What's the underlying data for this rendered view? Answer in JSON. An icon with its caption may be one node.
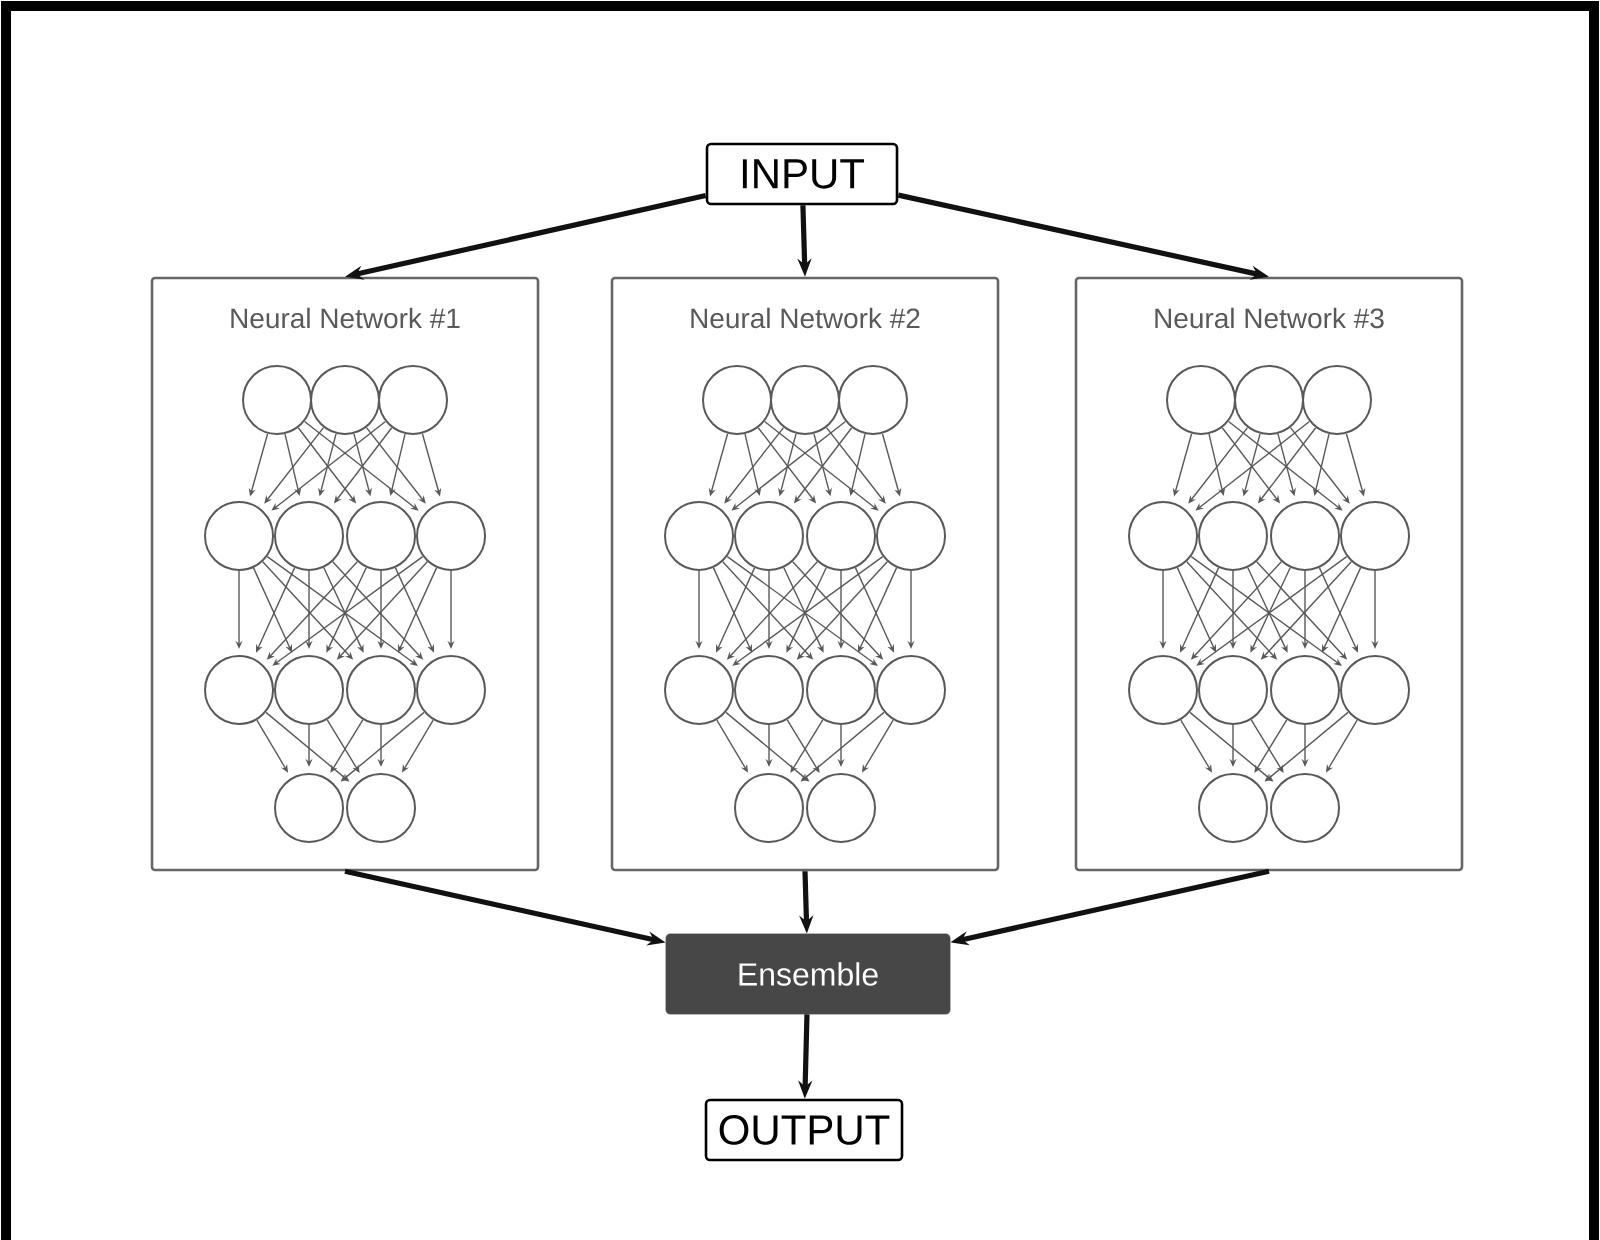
{
  "diagram": {
    "nodes": [
      {
        "text": [
          "INPUT"
        ]
      },
      {
        "text": [
          "Neural Network #1"
        ]
      },
      {
        "text": [],
        "shape": "circle",
        "in": 1
      },
      {
        "text": [],
        "shape": "circle",
        "in": 1
      },
      {
        "text": [],
        "shape": "circle",
        "in": 1
      },
      {
        "text": [],
        "shape": "circle",
        "in": 1
      },
      {
        "text": [],
        "shape": "circle",
        "in": 1
      },
      {
        "text": [],
        "shape": "circle",
        "in": 1
      },
      {
        "text": [],
        "shape": "circle",
        "in": 1
      },
      {
        "text": [],
        "shape": "circle",
        "in": 1
      },
      {
        "text": [],
        "shape": "circle",
        "in": 1
      },
      {
        "text": [],
        "shape": "circle",
        "in": 1
      },
      {
        "text": [],
        "shape": "circle",
        "in": 1
      },
      {
        "text": [],
        "shape": "circle",
        "in": 1
      },
      {
        "text": [],
        "shape": "circle",
        "in": 1
      },
      {
        "text": [
          "Neural Network #2"
        ]
      },
      {
        "text": [],
        "shape": "circle",
        "in": 15
      },
      {
        "text": [],
        "shape": "circle",
        "in": 15
      },
      {
        "text": [],
        "shape": "circle",
        "in": 15
      },
      {
        "text": [],
        "shape": "circle",
        "in": 15
      },
      {
        "text": [],
        "shape": "circle",
        "in": 15
      },
      {
        "text": [],
        "shape": "circle",
        "in": 15
      },
      {
        "text": [],
        "shape": "circle",
        "in": 15
      },
      {
        "text": [],
        "shape": "circle",
        "in": 15
      },
      {
        "text": [],
        "shape": "circle",
        "in": 15
      },
      {
        "text": [],
        "shape": "circle",
        "in": 15
      },
      {
        "text": [],
        "shape": "circle",
        "in": 15
      },
      {
        "text": [],
        "shape": "circle",
        "in": 15
      },
      {
        "text": [],
        "shape": "circle",
        "in": 15
      },
      {
        "text": [
          "Neural Network #3"
        ]
      },
      {
        "text": [],
        "shape": "circle",
        "in": 29
      },
      {
        "text": [],
        "shape": "circle",
        "in": 29
      },
      {
        "text": [],
        "shape": "circle",
        "in": 29
      },
      {
        "text": [],
        "shape": "circle",
        "in": 29
      },
      {
        "text": [],
        "shape": "circle",
        "in": 29
      },
      {
        "text": [],
        "shape": "circle",
        "in": 29
      },
      {
        "text": [],
        "shape": "circle",
        "in": 29
      },
      {
        "text": [],
        "shape": "circle",
        "in": 29
      },
      {
        "text": [],
        "shape": "circle",
        "in": 29
      },
      {
        "text": [],
        "shape": "circle",
        "in": 29
      },
      {
        "text": [],
        "shape": "circle",
        "in": 29
      },
      {
        "text": [],
        "shape": "circle",
        "in": 29
      },
      {
        "text": [],
        "shape": "circle",
        "in": 29
      },
      {
        "text": [
          "Ensemble"
        ]
      },
      {
        "text": [
          "OUTPUT"
        ]
      }
    ],
    "edges": [
      {
        "from": 0,
        "to": 1,
        "arrow": "to",
        "style": "thick",
        "color": "#111111"
      },
      {
        "from": 0,
        "to": 15,
        "arrow": "to",
        "style": "thick",
        "color": "#111111"
      },
      {
        "from": 0,
        "to": 29,
        "arrow": "to",
        "style": "thick",
        "color": "#111111"
      },
      {
        "from": 1,
        "to": 43,
        "arrow": "to",
        "style": "thick",
        "color": "#111111"
      },
      {
        "from": 15,
        "to": 43,
        "arrow": "to",
        "style": "thick",
        "color": "#111111"
      },
      {
        "from": 29,
        "to": 43,
        "arrow": "to",
        "style": "thick",
        "color": "#111111"
      },
      {
        "from": 43,
        "to": 44,
        "arrow": "to",
        "style": "thick",
        "color": "#111111"
      },
      {
        "from": 2,
        "to": 5,
        "arrow": "to"
      },
      {
        "from": 2,
        "to": 6,
        "arrow": "to"
      },
      {
        "from": 2,
        "to": 7,
        "arrow": "to"
      },
      {
        "from": 2,
        "to": 8,
        "arrow": "to"
      },
      {
        "from": 3,
        "to": 5,
        "arrow": "to"
      },
      {
        "from": 3,
        "to": 6,
        "arrow": "to"
      },
      {
        "from": 3,
        "to": 7,
        "arrow": "to"
      },
      {
        "from": 3,
        "to": 8,
        "arrow": "to"
      },
      {
        "from": 4,
        "to": 5,
        "arrow": "to"
      },
      {
        "from": 4,
        "to": 6,
        "arrow": "to"
      },
      {
        "from": 4,
        "to": 7,
        "arrow": "to"
      },
      {
        "from": 4,
        "to": 8,
        "arrow": "to"
      },
      {
        "from": 5,
        "to": 9,
        "arrow": "to"
      },
      {
        "from": 5,
        "to": 10,
        "arrow": "to"
      },
      {
        "from": 5,
        "to": 11,
        "arrow": "to"
      },
      {
        "from": 5,
        "to": 12,
        "arrow": "to"
      },
      {
        "from": 6,
        "to": 9,
        "arrow": "to"
      },
      {
        "from": 6,
        "to": 10,
        "arrow": "to"
      },
      {
        "from": 6,
        "to": 11,
        "arrow": "to"
      },
      {
        "from": 6,
        "to": 12,
        "arrow": "to"
      },
      {
        "from": 7,
        "to": 9,
        "arrow": "to"
      },
      {
        "from": 7,
        "to": 10,
        "arrow": "to"
      },
      {
        "from": 7,
        "to": 11,
        "arrow": "to"
      },
      {
        "from": 7,
        "to": 12,
        "arrow": "to"
      },
      {
        "from": 8,
        "to": 9,
        "arrow": "to"
      },
      {
        "from": 8,
        "to": 10,
        "arrow": "to"
      },
      {
        "from": 8,
        "to": 11,
        "arrow": "to"
      },
      {
        "from": 8,
        "to": 12,
        "arrow": "to"
      },
      {
        "from": 9,
        "to": 13,
        "arrow": "to"
      },
      {
        "from": 9,
        "to": 14,
        "arrow": "to"
      },
      {
        "from": 10,
        "to": 13,
        "arrow": "to"
      },
      {
        "from": 10,
        "to": 14,
        "arrow": "to"
      },
      {
        "from": 11,
        "to": 13,
        "arrow": "to"
      },
      {
        "from": 11,
        "to": 14,
        "arrow": "to"
      },
      {
        "from": 12,
        "to": 13,
        "arrow": "to"
      },
      {
        "from": 12,
        "to": 14,
        "arrow": "to"
      },
      {
        "from": 16,
        "to": 19,
        "arrow": "to"
      },
      {
        "from": 16,
        "to": 20,
        "arrow": "to"
      },
      {
        "from": 16,
        "to": 21,
        "arrow": "to"
      },
      {
        "from": 16,
        "to": 22,
        "arrow": "to"
      },
      {
        "from": 17,
        "to": 19,
        "arrow": "to"
      },
      {
        "from": 17,
        "to": 20,
        "arrow": "to"
      },
      {
        "from": 17,
        "to": 21,
        "arrow": "to"
      },
      {
        "from": 17,
        "to": 22,
        "arrow": "to"
      },
      {
        "from": 18,
        "to": 19,
        "arrow": "to"
      },
      {
        "from": 18,
        "to": 20,
        "arrow": "to"
      },
      {
        "from": 18,
        "to": 21,
        "arrow": "to"
      },
      {
        "from": 18,
        "to": 22,
        "arrow": "to"
      },
      {
        "from": 19,
        "to": 23,
        "arrow": "to"
      },
      {
        "from": 19,
        "to": 24,
        "arrow": "to"
      },
      {
        "from": 19,
        "to": 25,
        "arrow": "to"
      },
      {
        "from": 19,
        "to": 26,
        "arrow": "to"
      },
      {
        "from": 20,
        "to": 23,
        "arrow": "to"
      },
      {
        "from": 20,
        "to": 24,
        "arrow": "to"
      },
      {
        "from": 20,
        "to": 25,
        "arrow": "to"
      },
      {
        "from": 20,
        "to": 26,
        "arrow": "to"
      },
      {
        "from": 21,
        "to": 23,
        "arrow": "to"
      },
      {
        "from": 21,
        "to": 24,
        "arrow": "to"
      },
      {
        "from": 21,
        "to": 25,
        "arrow": "to"
      },
      {
        "from": 21,
        "to": 26,
        "arrow": "to"
      },
      {
        "from": 22,
        "to": 23,
        "arrow": "to"
      },
      {
        "from": 22,
        "to": 24,
        "arrow": "to"
      },
      {
        "from": 22,
        "to": 25,
        "arrow": "to"
      },
      {
        "from": 22,
        "to": 26,
        "arrow": "to"
      },
      {
        "from": 23,
        "to": 27,
        "arrow": "to"
      },
      {
        "from": 23,
        "to": 28,
        "arrow": "to"
      },
      {
        "from": 24,
        "to": 27,
        "arrow": "to"
      },
      {
        "from": 24,
        "to": 28,
        "arrow": "to"
      },
      {
        "from": 25,
        "to": 27,
        "arrow": "to"
      },
      {
        "from": 25,
        "to": 28,
        "arrow": "to"
      },
      {
        "from": 26,
        "to": 27,
        "arrow": "to"
      },
      {
        "from": 26,
        "to": 28,
        "arrow": "to"
      },
      {
        "from": 30,
        "to": 33,
        "arrow": "to"
      },
      {
        "from": 30,
        "to": 34,
        "arrow": "to"
      },
      {
        "from": 30,
        "to": 35,
        "arrow": "to"
      },
      {
        "from": 30,
        "to": 36,
        "arrow": "to"
      },
      {
        "from": 31,
        "to": 33,
        "arrow": "to"
      },
      {
        "from": 31,
        "to": 34,
        "arrow": "to"
      },
      {
        "from": 31,
        "to": 35,
        "arrow": "to"
      },
      {
        "from": 31,
        "to": 36,
        "arrow": "to"
      },
      {
        "from": 32,
        "to": 33,
        "arrow": "to"
      },
      {
        "from": 32,
        "to": 34,
        "arrow": "to"
      },
      {
        "from": 32,
        "to": 35,
        "arrow": "to"
      },
      {
        "from": 32,
        "to": 36,
        "arrow": "to"
      },
      {
        "from": 33,
        "to": 37,
        "arrow": "to"
      },
      {
        "from": 33,
        "to": 38,
        "arrow": "to"
      },
      {
        "from": 33,
        "to": 39,
        "arrow": "to"
      },
      {
        "from": 33,
        "to": 40,
        "arrow": "to"
      },
      {
        "from": 34,
        "to": 37,
        "arrow": "to"
      },
      {
        "from": 34,
        "to": 38,
        "arrow": "to"
      },
      {
        "from": 34,
        "to": 39,
        "arrow": "to"
      },
      {
        "from": 34,
        "to": 40,
        "arrow": "to"
      },
      {
        "from": 35,
        "to": 37,
        "arrow": "to"
      },
      {
        "from": 35,
        "to": 38,
        "arrow": "to"
      },
      {
        "from": 35,
        "to": 39,
        "arrow": "to"
      },
      {
        "from": 35,
        "to": 40,
        "arrow": "to"
      },
      {
        "from": 36,
        "to": 37,
        "arrow": "to"
      },
      {
        "from": 36,
        "to": 38,
        "arrow": "to"
      },
      {
        "from": 36,
        "to": 39,
        "arrow": "to"
      },
      {
        "from": 36,
        "to": 40,
        "arrow": "to"
      },
      {
        "from": 37,
        "to": 41,
        "arrow": "to"
      },
      {
        "from": 37,
        "to": 42,
        "arrow": "to"
      },
      {
        "from": 38,
        "to": 41,
        "arrow": "to"
      },
      {
        "from": 38,
        "to": 42,
        "arrow": "to"
      },
      {
        "from": 39,
        "to": 41,
        "arrow": "to"
      },
      {
        "from": 39,
        "to": 42,
        "arrow": "to"
      },
      {
        "from": 40,
        "to": 41,
        "arrow": "to"
      },
      {
        "from": 40,
        "to": 42,
        "arrow": "to"
      }
    ]
  }
}
